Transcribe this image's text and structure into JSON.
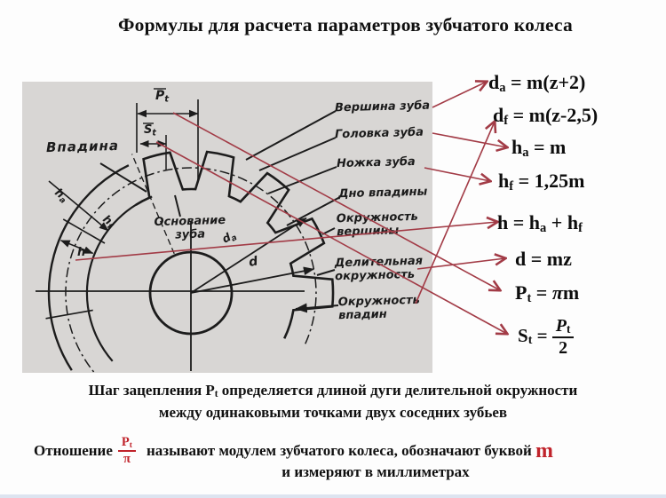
{
  "colors": {
    "panel_gray": "#d8d6d4",
    "arrow_red": "#a23b46",
    "text_red": "#c0232b",
    "ink_black": "#1c1c1c"
  },
  "title": "Формулы для расчета параметров зубчатого колеса",
  "diagram": {
    "labels": {
      "vpadina": "Впадина",
      "vershina": "Вершина зуба",
      "golovka": "Головка зуба",
      "nozhka": "Ножка зуба",
      "dno": "Дно впадины",
      "okr_vershiny_1": "Окружность",
      "okr_vershiny_2": "вершины",
      "delit_1": "Делительная",
      "delit_2": "окружность",
      "okr_vpadin_1": "Окружность",
      "okr_vpadin_2": "впадин",
      "osnovanie_1": "Основание",
      "osnovanie_2": "зуба"
    },
    "dims": {
      "pt": {
        "base": "P",
        "sub": "t"
      },
      "st": {
        "base": "S",
        "sub": "t"
      },
      "da": {
        "base": "d",
        "sub": "a"
      },
      "d": {
        "base": "d"
      },
      "h": {
        "base": "h"
      },
      "ha": {
        "base": "h",
        "sub": "a"
      },
      "hf": {
        "base": "h",
        "sub": "f"
      }
    }
  },
  "formulas": [
    {
      "name": "da",
      "segs": [
        {
          "t": "d"
        },
        {
          "sub": "a"
        },
        {
          "t": " = m(z+2)"
        }
      ]
    },
    {
      "name": "df",
      "segs": [
        {
          "t": "d"
        },
        {
          "sub": "f"
        },
        {
          "t": " = m(z-2,5)"
        }
      ]
    },
    {
      "name": "ha",
      "segs": [
        {
          "t": "h"
        },
        {
          "sub": "a"
        },
        {
          "t": " = m"
        }
      ]
    },
    {
      "name": "hf",
      "segs": [
        {
          "t": "h"
        },
        {
          "sub": "f"
        },
        {
          "t": " = 1,25m"
        }
      ]
    },
    {
      "name": "h",
      "segs": [
        {
          "t": "h = h"
        },
        {
          "sub": "a"
        },
        {
          "t": " + h"
        },
        {
          "sub": "f"
        }
      ]
    },
    {
      "name": "d",
      "segs": [
        {
          "t": "d = mz"
        }
      ]
    },
    {
      "name": "pt",
      "segs": [
        {
          "t": "P"
        },
        {
          "sub": "t"
        },
        {
          "t": " = "
        },
        {
          "i": "π"
        },
        {
          "t": "m"
        }
      ]
    },
    {
      "name": "st",
      "segs": [
        {
          "t": "S"
        },
        {
          "sub": "t"
        },
        {
          "t": " = "
        },
        {
          "frac": {
            "num": [
              {
                "i": "P"
              },
              {
                "sub": "t"
              }
            ],
            "den": [
              {
                "t": "2"
              }
            ]
          }
        }
      ]
    }
  ],
  "bottom": {
    "line1": [
      {
        "t": "Шаг зацепления P"
      },
      {
        "sub": "t"
      },
      {
        "t": " определяется длиной дуги делительной окружности"
      }
    ],
    "line2": [
      {
        "t": "между одинаковыми точками двух соседних зубьев"
      }
    ],
    "line3": [
      {
        "t": "Отношение"
      },
      {
        "frac": {
          "num": [
            {
              "t": "P"
            },
            {
              "sub": "t"
            }
          ],
          "den": [
            {
              "t": "π"
            }
          ]
        },
        "cls": "red-frac"
      },
      {
        "t": "называют модулем зубчатого колеса, обозначают буквой "
      },
      {
        "t": "m",
        "cls": "red-m"
      }
    ],
    "line4": [
      {
        "t": "и измеряют в миллиметрах"
      }
    ]
  }
}
